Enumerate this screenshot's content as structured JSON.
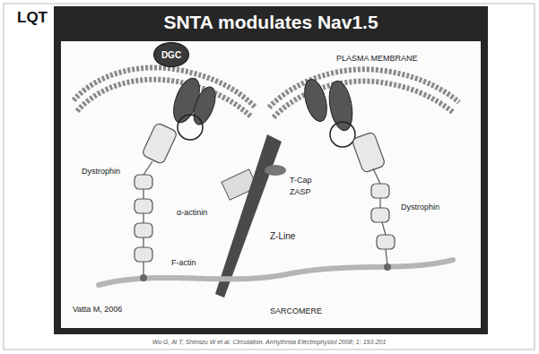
{
  "diagram": {
    "title": "SNTA modulates Nav1.5",
    "caption": "Wu G, Ai T, Shimizu W et al. Circulation. Arrhythmia Electrophysiol 2008; 1: 193-201",
    "nodes": [
      {
        "text": [
          "DGC"
        ]
      }
    ],
    "labels": [
      "LQT",
      "PLASMA MEMBRANE",
      "Dystrophin",
      "α-actinin",
      "T-Cap",
      "ZASP",
      "Z-Line",
      "F-actin",
      "Vatta M, 2006",
      "Dystrophin",
      "SARCOMERE"
    ]
  }
}
